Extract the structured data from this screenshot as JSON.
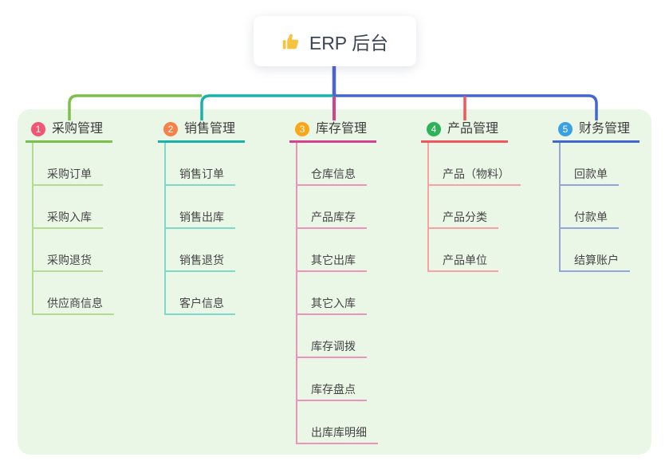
{
  "root": {
    "title": "ERP 后台",
    "icon": "thumbs-up",
    "icon_color": "#f4c33f",
    "line_color": "#4d63d6"
  },
  "canvas": {
    "panel_bg": "#eaf7e6"
  },
  "branches": [
    {
      "badge": "1",
      "label": "采购管理",
      "badge_color": "#f25672",
      "line_main": "#7cbf4b",
      "line_light": "#b3dc90",
      "items": [
        "采购订单",
        "采购入库",
        "采购退货",
        "供应商信息"
      ]
    },
    {
      "badge": "2",
      "label": "销售管理",
      "badge_color": "#f7814a",
      "line_main": "#19b2ab",
      "line_light": "#7fd8cc",
      "items": [
        "销售订单",
        "销售出库",
        "销售退货",
        "客户信息"
      ]
    },
    {
      "badge": "3",
      "label": "库存管理",
      "badge_color": "#fba617",
      "line_main": "#d5408f",
      "line_light": "#f093bb",
      "items": [
        "仓库信息",
        "产品库存",
        "其它出库",
        "其它入库",
        "库存调拨",
        "库存盘点",
        "出库库明细"
      ]
    },
    {
      "badge": "4",
      "label": "产品管理",
      "badge_color": "#2eb257",
      "line_main": "#f2575d",
      "line_light": "#f8a3a2",
      "items": [
        "产品（物料）",
        "产品分类",
        "产品单位"
      ]
    },
    {
      "badge": "5",
      "label": "财务管理",
      "badge_color": "#39a0e3",
      "line_main": "#4366cf",
      "line_light": "#93a6db",
      "items": [
        "回款单",
        "付款单",
        "结算账户"
      ]
    }
  ]
}
